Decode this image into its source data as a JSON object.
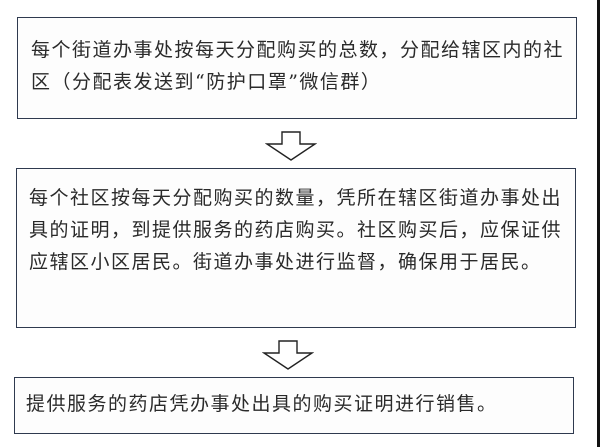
{
  "flowchart": {
    "steps": [
      {
        "text": "每个街道办事处按每天分配购买的总数，分配给辖区内的社区（分配表发送到“防护口罩”微信群）"
      },
      {
        "text": "每个社区按每天分配购买的数量，凭所在辖区街道办事处出具的证明，到提供服务的药店购买。社区购买后，应保证供应辖区小区居民。街道办事处进行监督，确保用于居民。"
      },
      {
        "text": "提供服务的药店凭办事处出具的购买证明进行销售。"
      }
    ],
    "arrows": [
      {
        "icon": "down-arrow-icon"
      },
      {
        "icon": "down-arrow-icon"
      }
    ]
  }
}
